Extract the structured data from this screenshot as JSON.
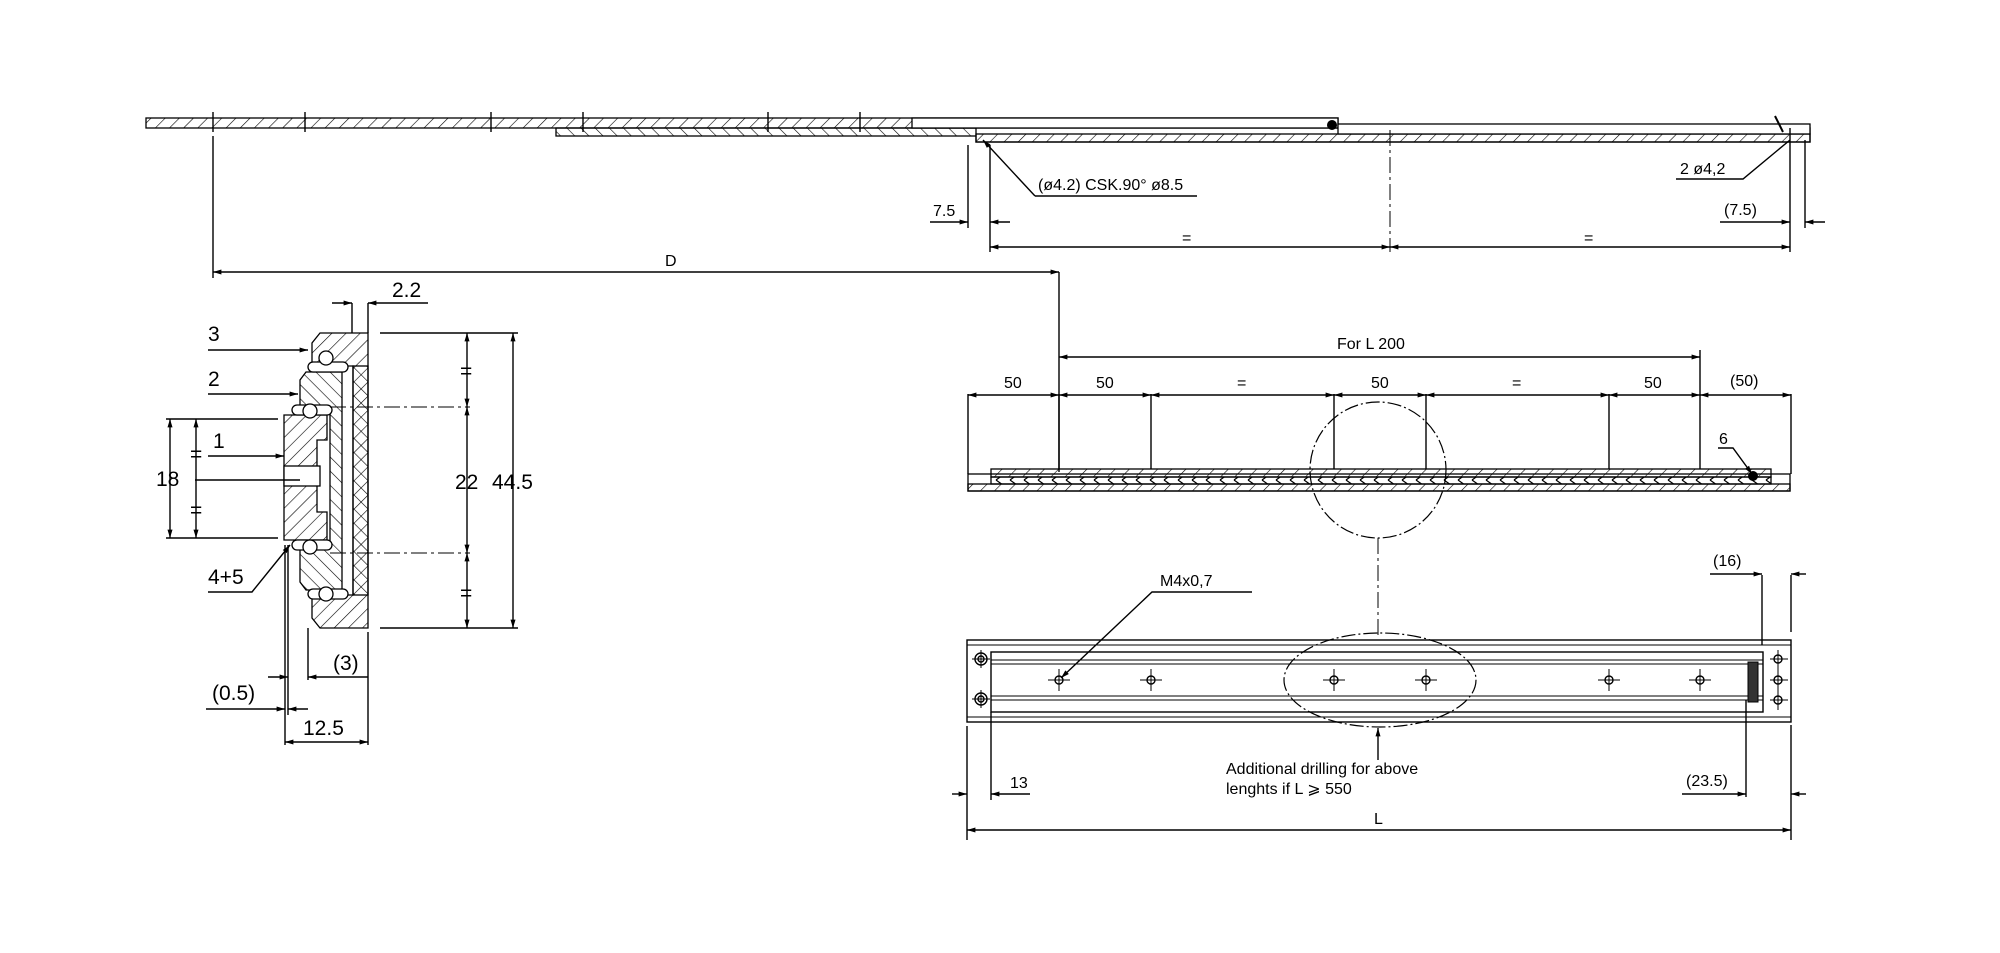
{
  "drawing": {
    "title": "Telescopic slide technical drawing",
    "top_view": {
      "hole_callout": "(ø4.2)  CSK.90°  ø8.5",
      "end_holes_callout": "2  ø4,2",
      "left_offset": "7.5",
      "right_offset": "(7.5)",
      "equal_left": "=",
      "equal_right": "=",
      "d_label": "D"
    },
    "cross_section": {
      "item_3": "3",
      "item_2": "2",
      "item_1": "1",
      "item_4_5": "4+5",
      "thickness": "2.2",
      "height_inner": "18",
      "equal_top_inner": "=",
      "equal_bottom_inner": "=",
      "pitch": "22",
      "total_height": "44.5",
      "equal_top": "=",
      "equal_bottom": "=",
      "gap": "(0.5)",
      "offset": "(3)",
      "width": "12.5"
    },
    "side_view": {
      "for_l": "For  L  200",
      "dims": [
        "50",
        "50",
        "=",
        "50",
        "=",
        "50",
        "(50)"
      ],
      "item_6": "6"
    },
    "plan_view": {
      "thread_callout": "M4x0,7",
      "note_line1": "Additional  drilling  for  above",
      "note_line2": "lenghts  if  L  ⩾  550",
      "left_offset": "13",
      "right_offset_top": "(16)",
      "right_offset_bottom": "(23.5)",
      "length_label": "L"
    }
  }
}
